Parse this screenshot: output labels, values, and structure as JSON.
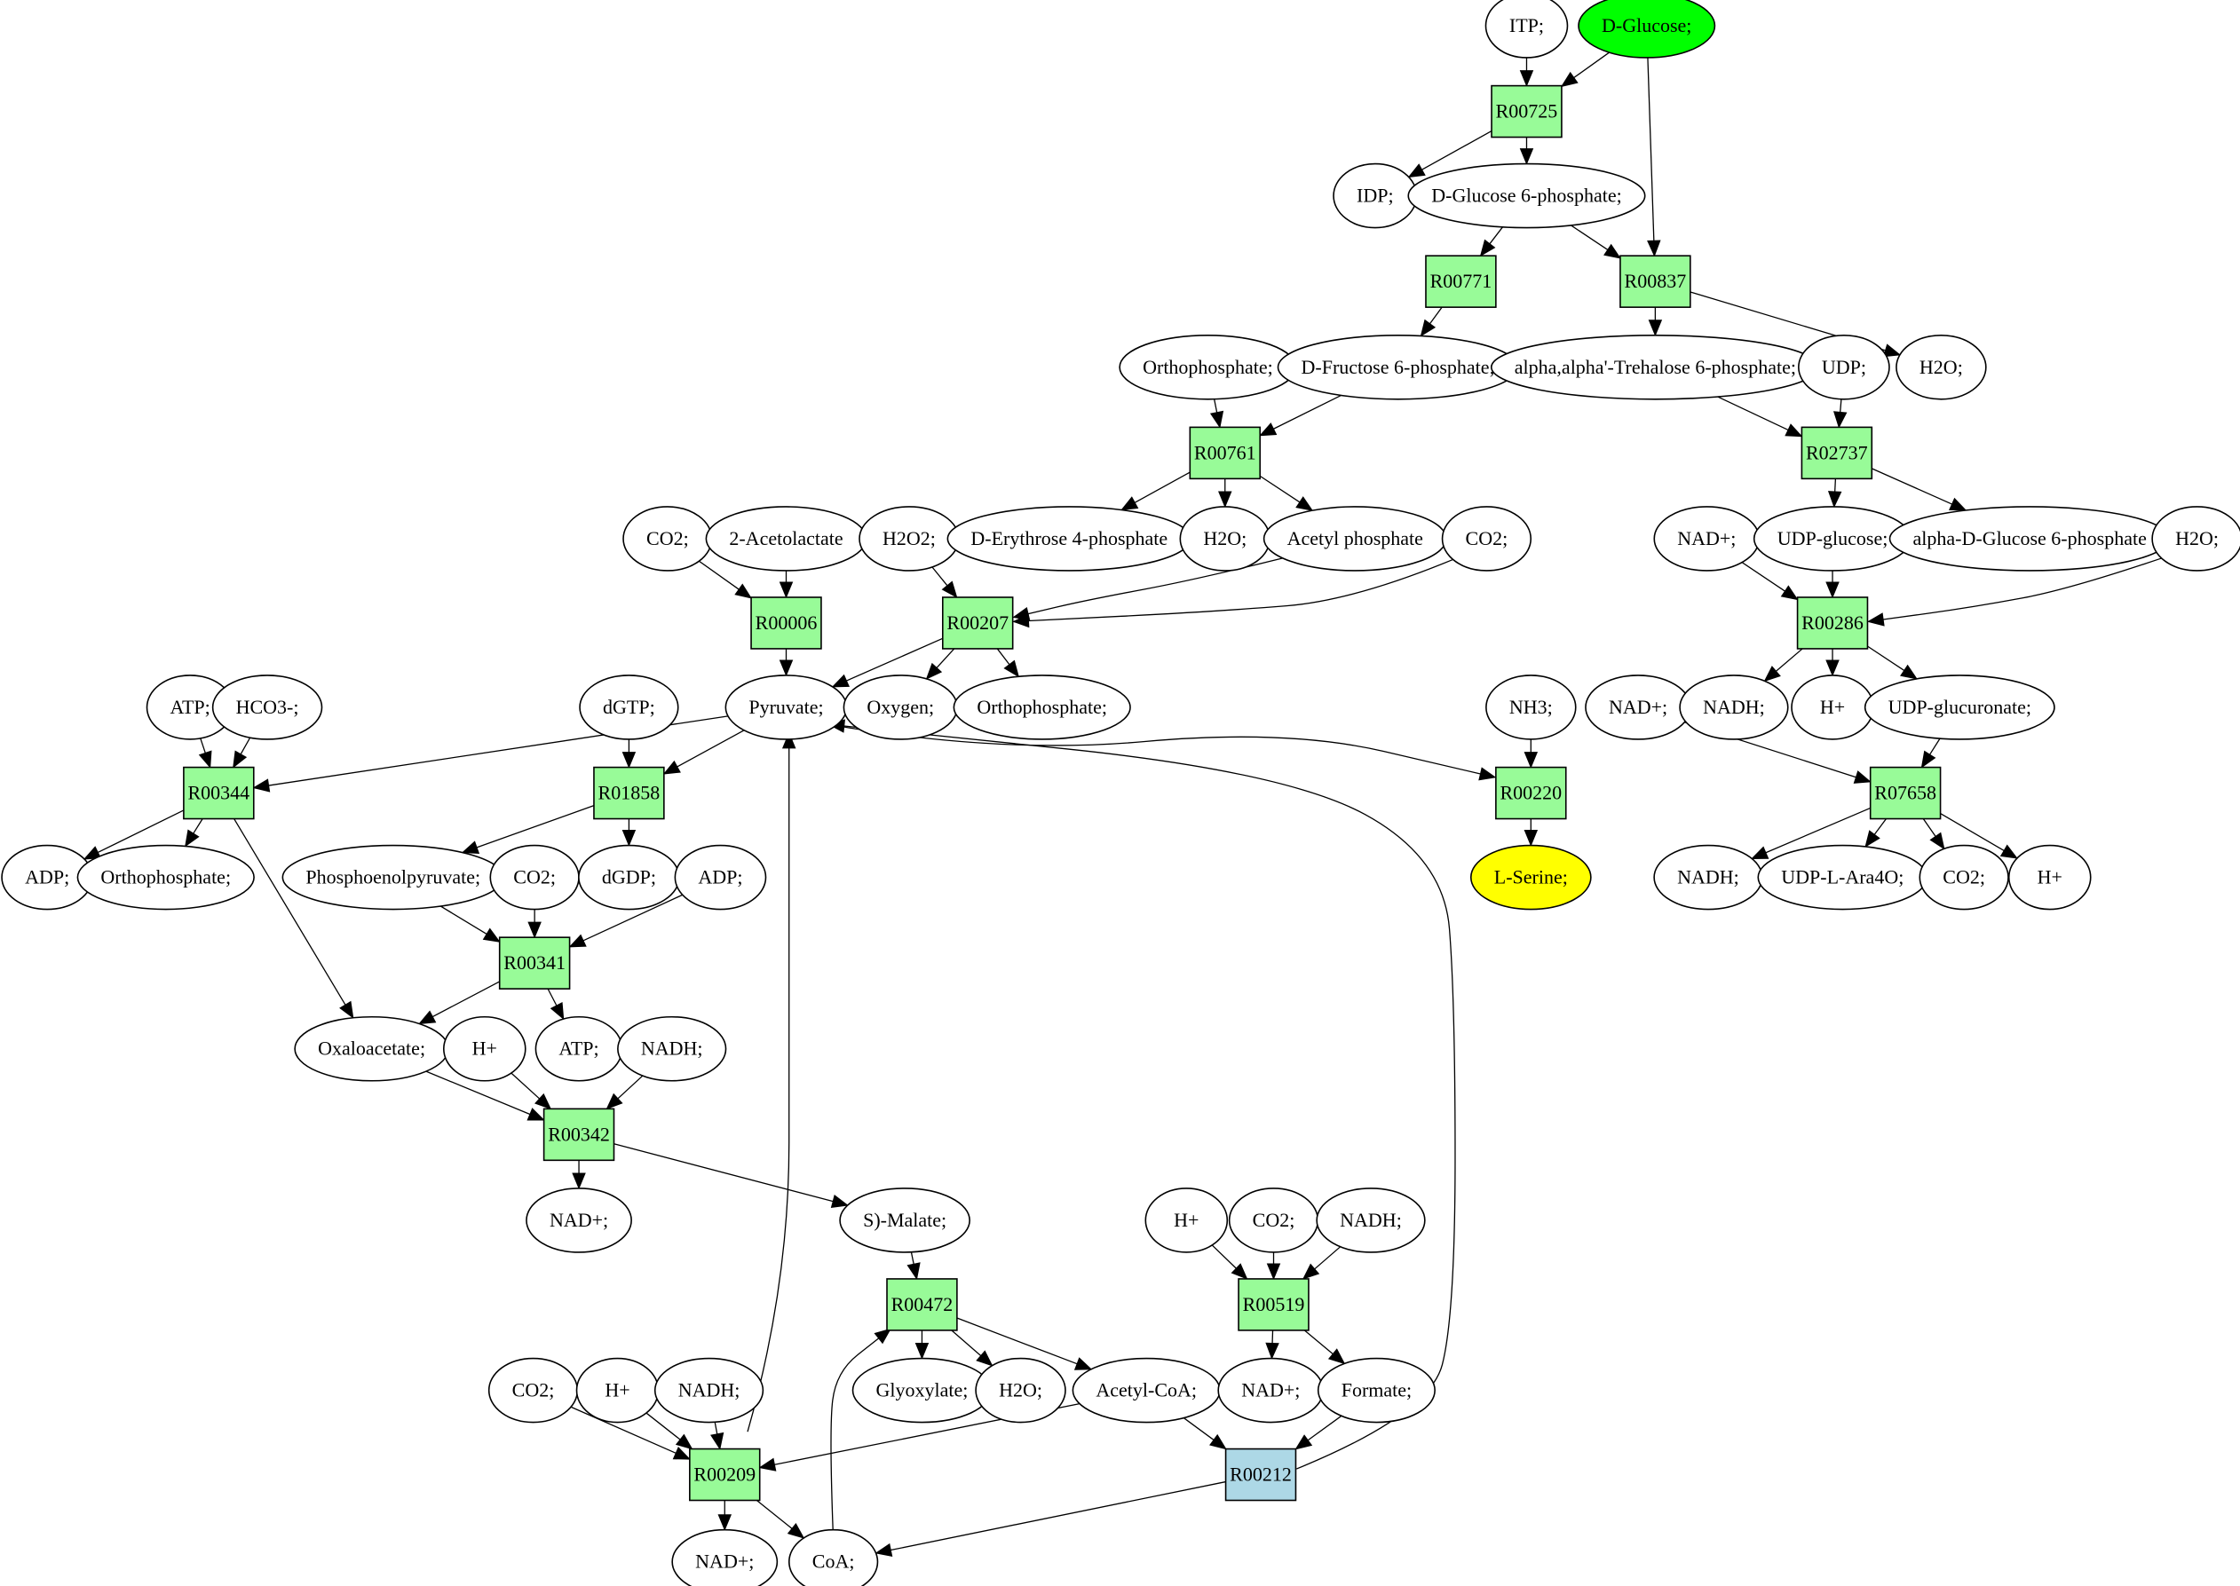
{
  "graph": {
    "colors": {
      "reaction": "#98fb98",
      "reaction_highlight": "#add8e6",
      "compound": "#ffffff",
      "source": "#00ff00",
      "target": "#ffff00"
    },
    "nodes": [
      {
        "id": "itp",
        "label": "ITP;",
        "type": "compound"
      },
      {
        "id": "dglucose",
        "label": "D-Glucose;",
        "type": "compound",
        "role": "source"
      },
      {
        "id": "R00725",
        "label": "R00725",
        "type": "reaction"
      },
      {
        "id": "idp",
        "label": "IDP;",
        "type": "compound"
      },
      {
        "id": "dg6p",
        "label": "D-Glucose 6-phosphate;",
        "type": "compound"
      },
      {
        "id": "R00771",
        "label": "R00771",
        "type": "reaction"
      },
      {
        "id": "R00837",
        "label": "R00837",
        "type": "reaction"
      },
      {
        "id": "ortho1",
        "label": "Orthophosphate;",
        "type": "compound"
      },
      {
        "id": "df6p",
        "label": "D-Fructose 6-phosphate;",
        "type": "compound"
      },
      {
        "id": "treh6p",
        "label": "alpha,alpha'-Trehalose 6-phosphate;",
        "type": "compound"
      },
      {
        "id": "udp",
        "label": "UDP;",
        "type": "compound"
      },
      {
        "id": "h2o_a",
        "label": "H2O;",
        "type": "compound"
      },
      {
        "id": "R00761",
        "label": "R00761",
        "type": "reaction"
      },
      {
        "id": "R02737",
        "label": "R02737",
        "type": "reaction"
      },
      {
        "id": "co2_a",
        "label": "CO2;",
        "type": "compound"
      },
      {
        "id": "acetolactate",
        "label": "2-Acetolactate",
        "type": "compound"
      },
      {
        "id": "h2o2",
        "label": "H2O2;",
        "type": "compound"
      },
      {
        "id": "erythrose",
        "label": "D-Erythrose 4-phosphate",
        "type": "compound"
      },
      {
        "id": "h2o_b",
        "label": "H2O;",
        "type": "compound"
      },
      {
        "id": "acetylp",
        "label": "Acetyl phosphate",
        "type": "compound"
      },
      {
        "id": "co2_b",
        "label": "CO2;",
        "type": "compound"
      },
      {
        "id": "nadp_a",
        "label": "NAD+;",
        "type": "compound"
      },
      {
        "id": "udpglc",
        "label": "UDP-glucose;",
        "type": "compound"
      },
      {
        "id": "adg6p",
        "label": "alpha-D-Glucose 6-phosphate",
        "type": "compound"
      },
      {
        "id": "h2o_c",
        "label": "H2O;",
        "type": "compound"
      },
      {
        "id": "R00006",
        "label": "R00006",
        "type": "reaction"
      },
      {
        "id": "R00207",
        "label": "R00207",
        "type": "reaction"
      },
      {
        "id": "R00286",
        "label": "R00286",
        "type": "reaction"
      },
      {
        "id": "atp_a",
        "label": "ATP;",
        "type": "compound"
      },
      {
        "id": "hco3",
        "label": "HCO3-;",
        "type": "compound"
      },
      {
        "id": "dgtp",
        "label": "dGTP;",
        "type": "compound"
      },
      {
        "id": "pyruvate",
        "label": "Pyruvate;",
        "type": "compound"
      },
      {
        "id": "oxygen",
        "label": "Oxygen;",
        "type": "compound"
      },
      {
        "id": "ortho2",
        "label": "Orthophosphate;",
        "type": "compound"
      },
      {
        "id": "nh3",
        "label": "NH3;",
        "type": "compound"
      },
      {
        "id": "nadp_b",
        "label": "NAD+;",
        "type": "compound"
      },
      {
        "id": "nadh_a",
        "label": "NADH;",
        "type": "compound"
      },
      {
        "id": "hp_a",
        "label": "H+",
        "type": "compound"
      },
      {
        "id": "udpgluc",
        "label": "UDP-glucuronate;",
        "type": "compound"
      },
      {
        "id": "R00344",
        "label": "R00344",
        "type": "reaction"
      },
      {
        "id": "R01858",
        "label": "R01858",
        "type": "reaction"
      },
      {
        "id": "R00220",
        "label": "R00220",
        "type": "reaction"
      },
      {
        "id": "R07658",
        "label": "R07658",
        "type": "reaction"
      },
      {
        "id": "adp_a",
        "label": "ADP;",
        "type": "compound"
      },
      {
        "id": "ortho3",
        "label": "Orthophosphate;",
        "type": "compound"
      },
      {
        "id": "pep",
        "label": "Phosphoenolpyruvate;",
        "type": "compound"
      },
      {
        "id": "co2_c",
        "label": "CO2;",
        "type": "compound"
      },
      {
        "id": "dgdp",
        "label": "dGDP;",
        "type": "compound"
      },
      {
        "id": "adp_b",
        "label": "ADP;",
        "type": "compound"
      },
      {
        "id": "lserine",
        "label": "L-Serine;",
        "type": "compound",
        "role": "target"
      },
      {
        "id": "nadh_b",
        "label": "NADH;",
        "type": "compound"
      },
      {
        "id": "udpara",
        "label": "UDP-L-Ara4O;",
        "type": "compound"
      },
      {
        "id": "co2_d",
        "label": "CO2;",
        "type": "compound"
      },
      {
        "id": "hp_b",
        "label": "H+",
        "type": "compound"
      },
      {
        "id": "R00341",
        "label": "R00341",
        "type": "reaction"
      },
      {
        "id": "oxaloacetate",
        "label": "Oxaloacetate;",
        "type": "compound"
      },
      {
        "id": "hp_c",
        "label": "H+",
        "type": "compound"
      },
      {
        "id": "atp_b",
        "label": "ATP;",
        "type": "compound"
      },
      {
        "id": "nadh_c",
        "label": "NADH;",
        "type": "compound"
      },
      {
        "id": "R00342",
        "label": "R00342",
        "type": "reaction"
      },
      {
        "id": "nadp_c",
        "label": "NAD+;",
        "type": "compound"
      },
      {
        "id": "malate",
        "label": "S)-Malate;",
        "type": "compound"
      },
      {
        "id": "hp_d",
        "label": "H+",
        "type": "compound"
      },
      {
        "id": "co2_e",
        "label": "CO2;",
        "type": "compound"
      },
      {
        "id": "nadh_d",
        "label": "NADH;",
        "type": "compound"
      },
      {
        "id": "R00472",
        "label": "R00472",
        "type": "reaction"
      },
      {
        "id": "R00519",
        "label": "R00519",
        "type": "reaction"
      },
      {
        "id": "co2_f",
        "label": "CO2;",
        "type": "compound"
      },
      {
        "id": "hp_e",
        "label": "H+",
        "type": "compound"
      },
      {
        "id": "nadh_e",
        "label": "NADH;",
        "type": "compound"
      },
      {
        "id": "glyoxylate",
        "label": "Glyoxylate;",
        "type": "compound"
      },
      {
        "id": "h2o_d",
        "label": "H2O;",
        "type": "compound"
      },
      {
        "id": "acetylcoa",
        "label": "Acetyl-CoA;",
        "type": "compound"
      },
      {
        "id": "nadp_d",
        "label": "NAD+;",
        "type": "compound"
      },
      {
        "id": "formate",
        "label": "Formate;",
        "type": "compound"
      },
      {
        "id": "R00209",
        "label": "R00209",
        "type": "reaction"
      },
      {
        "id": "R00212",
        "label": "R00212",
        "type": "reaction",
        "highlight": true
      },
      {
        "id": "nadp_e",
        "label": "NAD+;",
        "type": "compound"
      },
      {
        "id": "coa",
        "label": "CoA;",
        "type": "compound"
      }
    ],
    "edges": [
      [
        "itp",
        "R00725"
      ],
      [
        "dglucose",
        "R00725"
      ],
      [
        "dglucose",
        "R00837"
      ],
      [
        "R00725",
        "idp"
      ],
      [
        "R00725",
        "dg6p"
      ],
      [
        "dg6p",
        "R00771"
      ],
      [
        "dg6p",
        "R00837"
      ],
      [
        "R00771",
        "df6p"
      ],
      [
        "R00837",
        "treh6p"
      ],
      [
        "R00837",
        "h2o_a"
      ],
      [
        "ortho1",
        "R00761"
      ],
      [
        "df6p",
        "R00761"
      ],
      [
        "treh6p",
        "R02737"
      ],
      [
        "udp",
        "R02737"
      ],
      [
        "R00761",
        "erythrose"
      ],
      [
        "R00761",
        "h2o_b"
      ],
      [
        "R00761",
        "acetylp"
      ],
      [
        "R02737",
        "udpglc"
      ],
      [
        "R02737",
        "adg6p"
      ],
      [
        "co2_a",
        "R00006"
      ],
      [
        "acetolactate",
        "R00006"
      ],
      [
        "h2o2",
        "R00207"
      ],
      [
        "acetylp",
        "R00207"
      ],
      [
        "co2_b",
        "R00207"
      ],
      [
        "nadp_a",
        "R00286"
      ],
      [
        "udpglc",
        "R00286"
      ],
      [
        "h2o_c",
        "R00286"
      ],
      [
        "R00006",
        "pyruvate"
      ],
      [
        "R00207",
        "pyruvate"
      ],
      [
        "R00207",
        "oxygen"
      ],
      [
        "R00207",
        "ortho2"
      ],
      [
        "R00286",
        "nadh_a"
      ],
      [
        "R00286",
        "hp_a"
      ],
      [
        "R00286",
        "udpgluc"
      ],
      [
        "atp_a",
        "R00344"
      ],
      [
        "hco3",
        "R00344"
      ],
      [
        "pyruvate",
        "R00344"
      ],
      [
        "dgtp",
        "R01858"
      ],
      [
        "pyruvate",
        "R01858"
      ],
      [
        "pyruvate",
        "R00220"
      ],
      [
        "nh3",
        "R00220"
      ],
      [
        "nadp_b",
        "R07658"
      ],
      [
        "udpgluc",
        "R07658"
      ],
      [
        "R00344",
        "adp_a"
      ],
      [
        "R00344",
        "ortho3"
      ],
      [
        "R00344",
        "oxaloacetate"
      ],
      [
        "R01858",
        "pep"
      ],
      [
        "R01858",
        "dgdp"
      ],
      [
        "R00220",
        "lserine"
      ],
      [
        "R07658",
        "nadh_b"
      ],
      [
        "R07658",
        "udpara"
      ],
      [
        "R07658",
        "co2_d"
      ],
      [
        "R07658",
        "hp_b"
      ],
      [
        "pep",
        "R00341"
      ],
      [
        "co2_c",
        "R00341"
      ],
      [
        "adp_b",
        "R00341"
      ],
      [
        "R00341",
        "oxaloacetate"
      ],
      [
        "R00341",
        "atp_b"
      ],
      [
        "oxaloacetate",
        "R00342"
      ],
      [
        "hp_c",
        "R00342"
      ],
      [
        "nadh_c",
        "R00342"
      ],
      [
        "R00342",
        "nadp_c"
      ],
      [
        "R00342",
        "malate"
      ],
      [
        "malate",
        "R00472"
      ],
      [
        "coa",
        "R00472"
      ],
      [
        "hp_d",
        "R00519"
      ],
      [
        "co2_e",
        "R00519"
      ],
      [
        "nadh_d",
        "R00519"
      ],
      [
        "R00472",
        "glyoxylate"
      ],
      [
        "R00472",
        "h2o_d"
      ],
      [
        "R00472",
        "acetylcoa"
      ],
      [
        "R00519",
        "nadp_d"
      ],
      [
        "R00519",
        "formate"
      ],
      [
        "co2_f",
        "R00209"
      ],
      [
        "hp_e",
        "R00209"
      ],
      [
        "nadh_e",
        "R00209"
      ],
      [
        "acetylcoa",
        "R00209"
      ],
      [
        "acetylcoa",
        "R00212"
      ],
      [
        "formate",
        "R00212"
      ],
      [
        "R00209",
        "pyruvate"
      ],
      [
        "R00209",
        "nadp_e"
      ],
      [
        "R00209",
        "coa"
      ],
      [
        "R00212",
        "coa"
      ],
      [
        "R00212",
        "pyruvate"
      ]
    ]
  }
}
